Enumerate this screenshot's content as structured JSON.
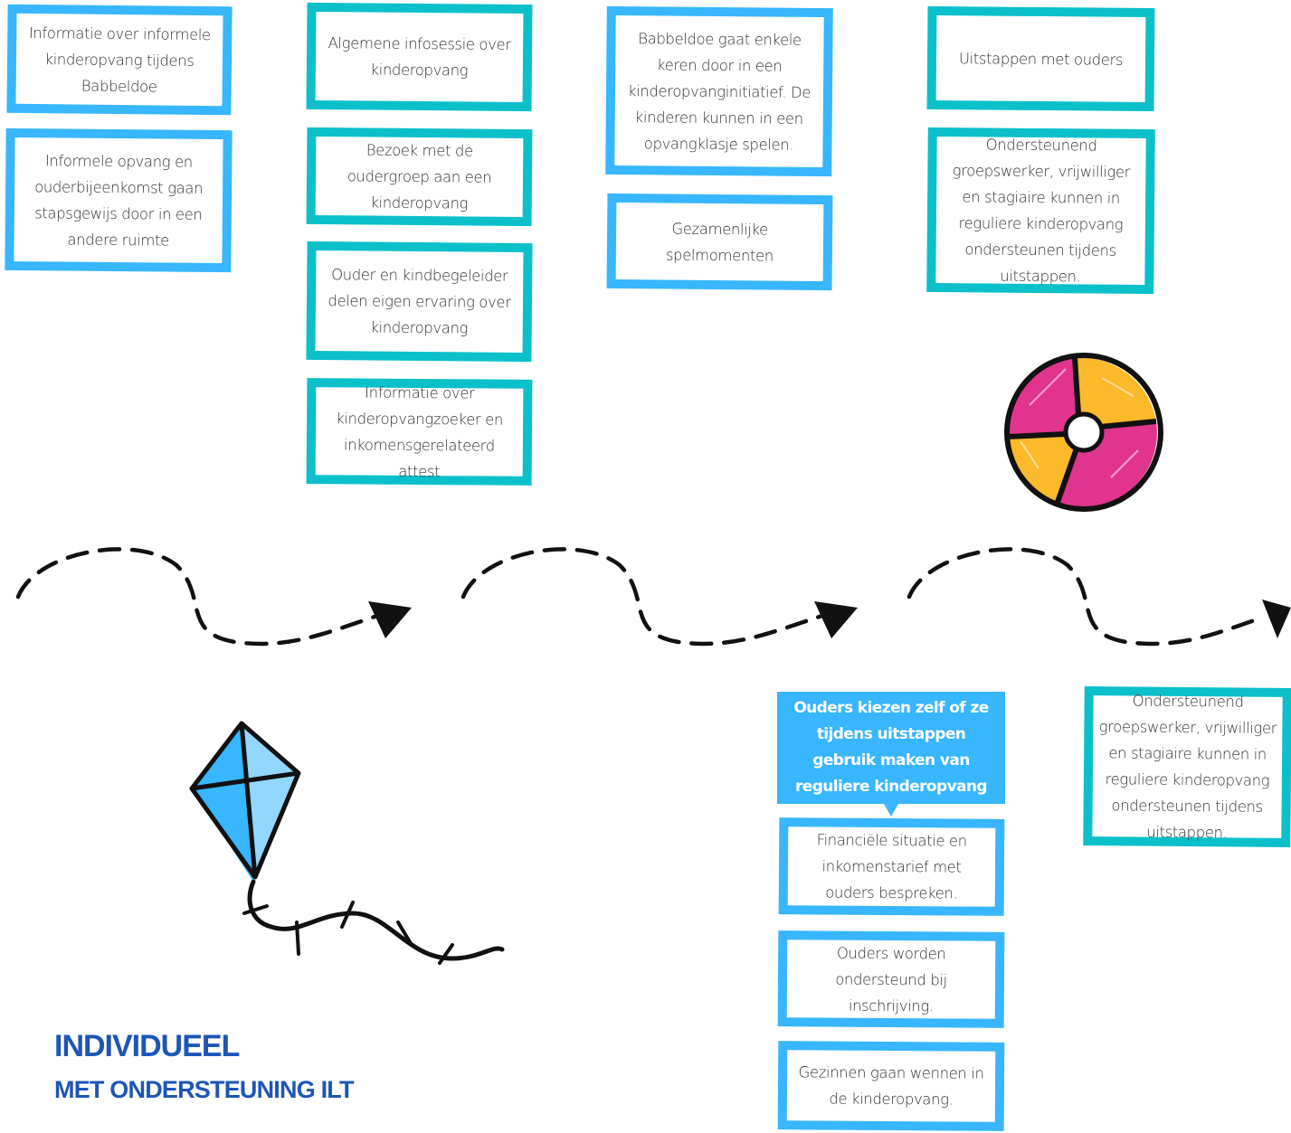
{
  "column1": {
    "cards": [
      "Informatie over informele kinderopvang tijdens Babbeldoe",
      "Informele opvang en ouderbijeenkomst gaan stapsgewijs door in een andere ruimte"
    ]
  },
  "column2": {
    "cards": [
      "Algemene infosessie over kinderopvang",
      "Bezoek met de oudergroep aan een kinderopvang",
      "Ouder en kindbegeleider delen eigen ervaring over kinderopvang",
      "Informatie over kinderopvangzoeker en inkomensgerelateerd attest"
    ]
  },
  "column3": {
    "cards": [
      "Babbeldoe gaat enkele keren door in een kinderopvanginitiatief. De kinderen kunnen in een opvangklasje spelen.",
      "Gezamenlijke spelmomenten"
    ]
  },
  "column4": {
    "cards": [
      "Uitstappen met ouders",
      "Ondersteunend groepswerker, vrijwilliger en stagiaire kunnen in reguliere kinderopvang ondersteunen tijdens uitstappen."
    ]
  },
  "lower_group": {
    "callout": "Ouders kiezen zelf of ze tijdens uitstappen gebruik maken van reguliere kinderopvang",
    "cards": [
      "Financiële situatie en inkomenstarief met ouders bespreken.",
      "Ouders worden ondersteund bij inschrijving.",
      "Gezinnen gaan wennen in de kinderopvang."
    ]
  },
  "right_card": "Ondersteunend groepswerker, vrijwilliger en stagiaire kunnen in reguliere kinderopvang ondersteunen tijdens uitstappen.",
  "title": {
    "main": "INDIVIDUEEL",
    "sub": "MET ONDERSTEUNING ILT"
  },
  "colors": {
    "blue": "#38b6ff",
    "teal": "#0cc0c9",
    "title": "#1d56b6",
    "ball_pink": "#e0348f",
    "ball_yellow": "#fcb92a"
  },
  "icons": [
    "kite-icon",
    "beach-ball-icon",
    "dashed-arrow-icon"
  ]
}
